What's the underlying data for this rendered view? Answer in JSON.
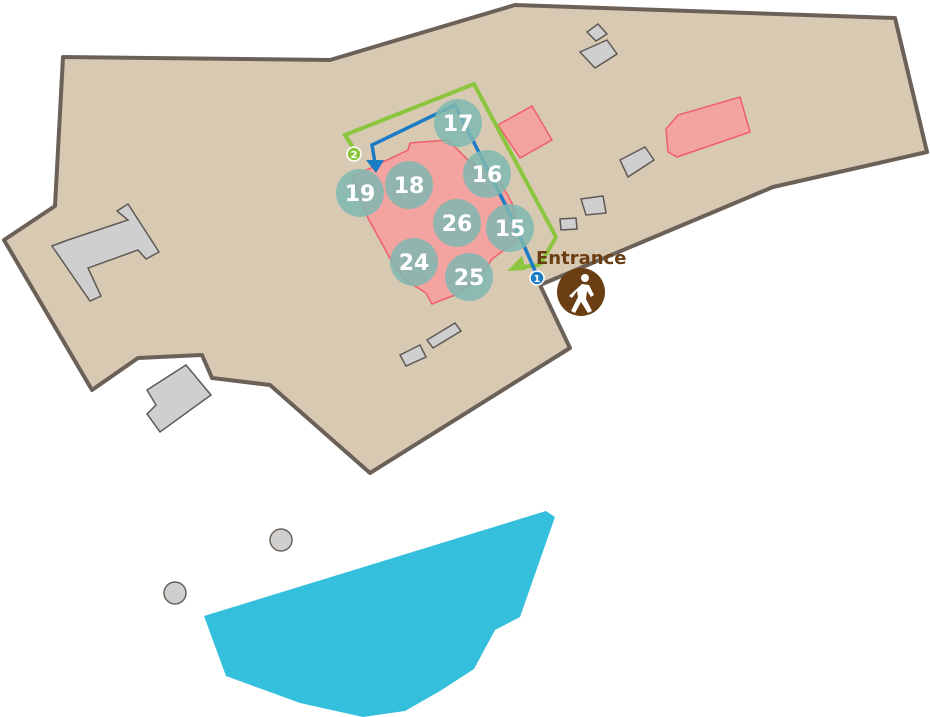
{
  "map": {
    "entrance_label": "Entrance",
    "entrance_icon": "pedestrian-icon",
    "route_step_1": "1",
    "route_step_2": "2",
    "colors": {
      "ground": "#d8c9b2",
      "outline": "#6b6158",
      "building_gray": "#cfcfcf",
      "building_highlight": "#f3a3a0",
      "water": "#34bfdc",
      "route_green": "#8cc63f",
      "route_blue": "#1b7bc4",
      "poi_marker": "#7fb8b0",
      "entrance_brown": "#6a3d12"
    },
    "points_of_interest": [
      "17",
      "16",
      "19",
      "18",
      "26",
      "15",
      "24",
      "25"
    ]
  }
}
